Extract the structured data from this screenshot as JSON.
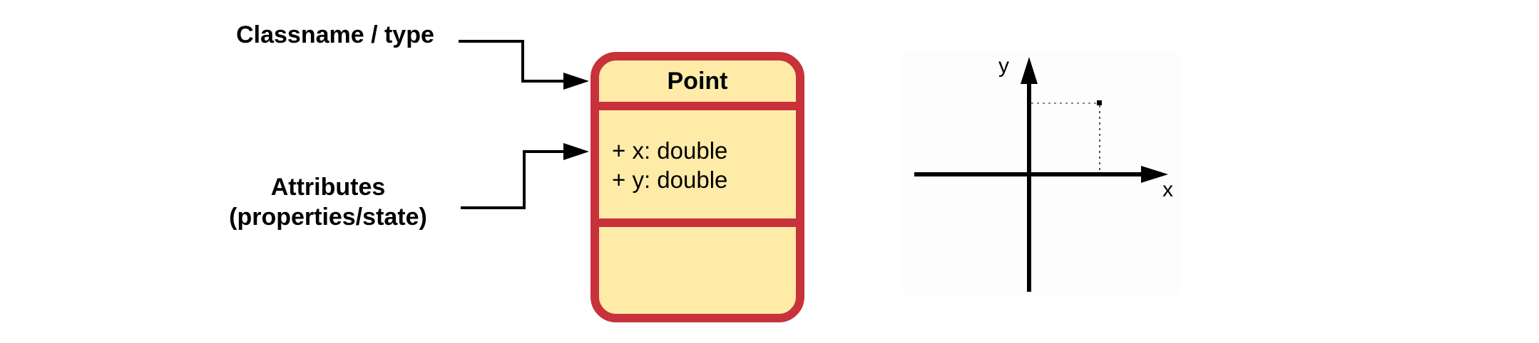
{
  "annotations": {
    "classname_label": "Classname / type",
    "attributes_label_line1": "Attributes",
    "attributes_label_line2": "(properties/state)"
  },
  "class_box": {
    "name": "Point",
    "attributes": [
      "+ x: double",
      "+ y: double"
    ],
    "methods": [],
    "colors": {
      "border": "#c8323a",
      "fill": "#feeba8"
    }
  },
  "coordinate_plot": {
    "x_axis_label": "x",
    "y_axis_label": "y"
  }
}
